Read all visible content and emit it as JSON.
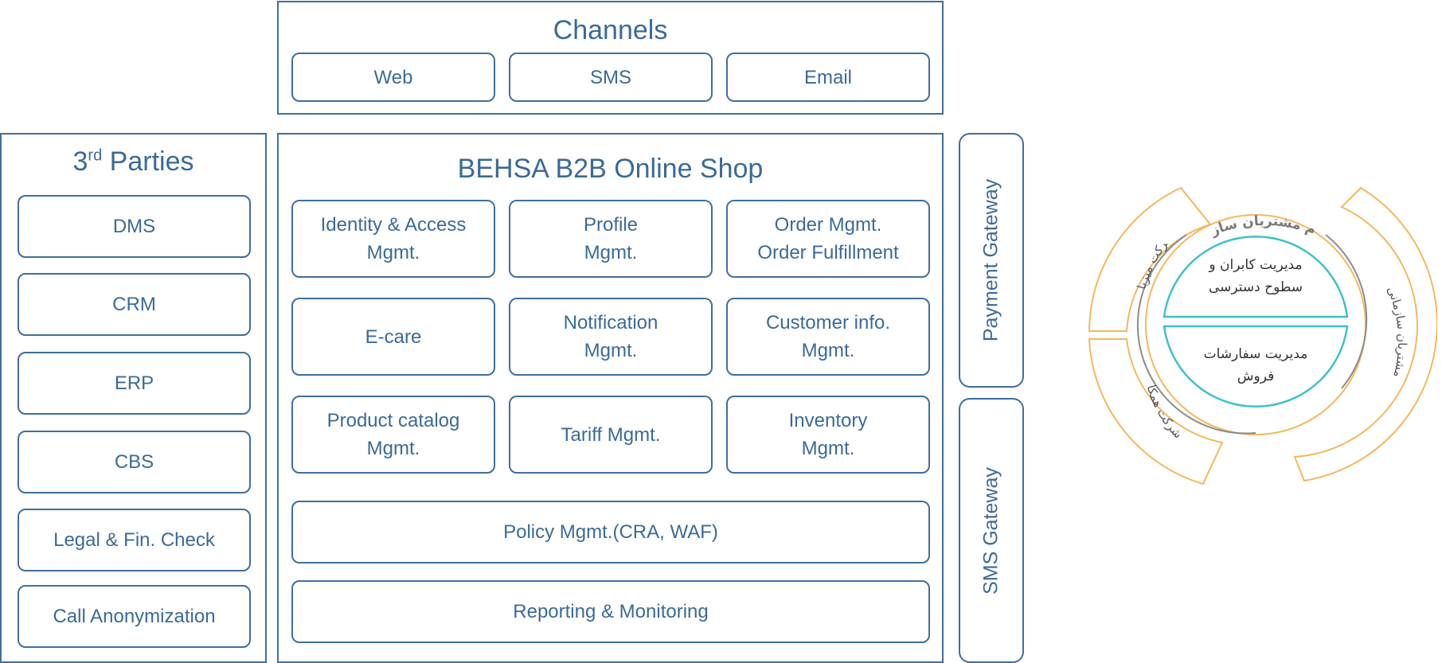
{
  "channels": {
    "title": "Channels",
    "items": [
      "Web",
      "SMS",
      "Email"
    ]
  },
  "third_parties": {
    "title_main": "3",
    "title_sup": "rd",
    "title_rest": " Parties",
    "items": [
      "DMS",
      "CRM",
      "ERP",
      "CBS",
      "Legal & Fin. Check",
      "Call Anonymization"
    ]
  },
  "shop": {
    "title": "BEHSA B2B Online Shop",
    "modules": [
      "Identity & Access\nMgmt.",
      "Profile\nMgmt.",
      "Order Mgmt.\nOrder Fulfillment",
      "E-care",
      "Notification\nMgmt.",
      "Customer info.\nMgmt.",
      "Product catalog\nMgmt.",
      "Tariff Mgmt.",
      "Inventory\nMgmt."
    ],
    "policy": "Policy Mgmt.(CRA, WAF)",
    "reporting": "Reporting & Monitoring"
  },
  "gateways": {
    "payment": "Payment Gateway",
    "sms": "SMS Gateway"
  },
  "platform": {
    "title": "پلتفرم مشتریان سازمانی",
    "inner_top": [
      "مدیریت کابران و",
      "سطوح دسترسی"
    ],
    "inner_bottom": [
      "مدیریت سفارشات",
      "فروش"
    ],
    "segment_left_top": "شرکت میزبان",
    "segment_left_bottom": "شرکت همکار",
    "segment_right": "مشتریان سازمانی",
    "colors": {
      "orange": "#f5b75c",
      "teal": "#3ec1c9",
      "gray": "#8c8c8c"
    }
  }
}
